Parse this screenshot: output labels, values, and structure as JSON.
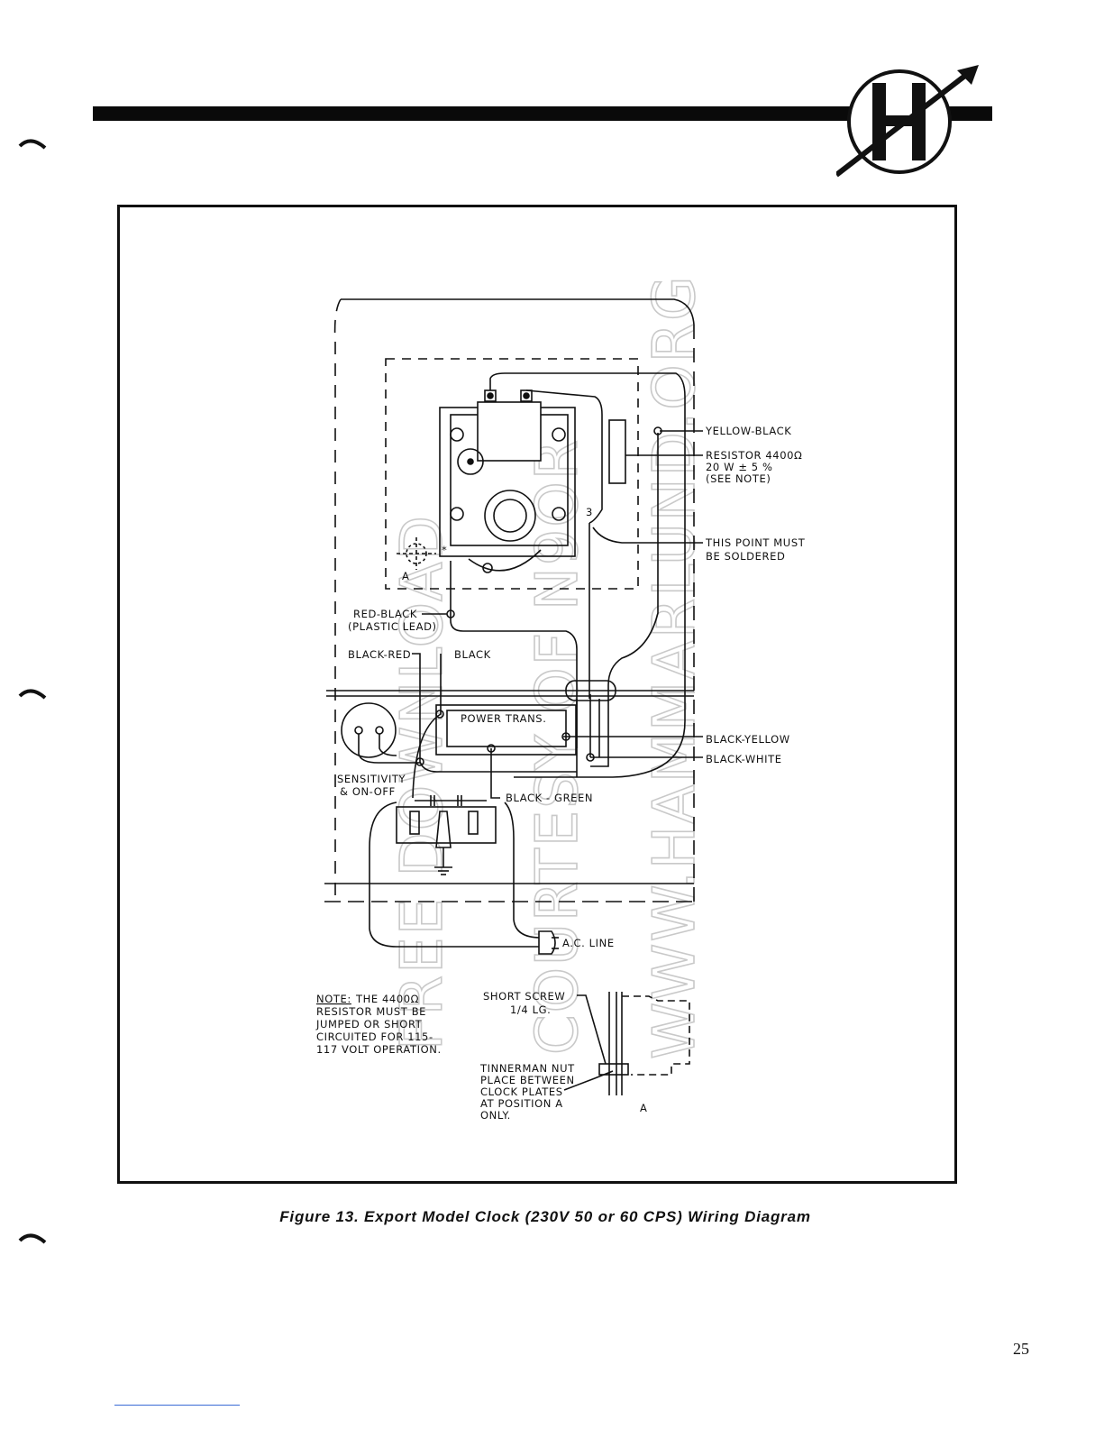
{
  "diagram_labels": {
    "yellow_black": "YELLOW-BLACK",
    "resistor_line1": "RESISTOR 4400Ω",
    "resistor_line2": "20 W ± 5 %",
    "resistor_line3": "(SEE NOTE)",
    "point_line1": "THIS POINT MUST",
    "point_line2": "BE SOLDERED",
    "red_black": "RED-BLACK",
    "plastic_lead": "(PLASTIC LEAD)",
    "black_red": "BLACK-RED",
    "black": "BLACK",
    "power_trans": "POWER TRANS.",
    "black_yellow": "BLACK-YELLOW",
    "black_white": "BLACK-WHITE",
    "sensitivity": "SENSITIVITY",
    "on_off": "& ON-OFF",
    "black_green": "BLACK - GREEN",
    "ac_line": "A.C. LINE",
    "point_a": "A",
    "term_3": "3",
    "asterisk": "*",
    "short_screw": "SHORT SCREW",
    "screw_len": "1/4 LG.",
    "tinnerman_1": "TINNERMAN NUT",
    "tinnerman_2": "PLACE BETWEEN",
    "tinnerman_3": "CLOCK PLATES",
    "tinnerman_4": "AT POSITION A",
    "tinnerman_5": "ONLY.",
    "detail_a": "A",
    "note_title": "NOTE:",
    "note_line1": "THE 4400Ω",
    "note_line2": "RESISTOR MUST BE",
    "note_line3": "JUMPED OR SHORT",
    "note_line4": "CIRCUITED FOR 115-",
    "note_line5": "117 VOLT OPERATION."
  },
  "watermark": {
    "line1": "FREE DOWNLOAD",
    "line2": "COURTESY OF N9OR",
    "line3": "WWW.HAMMARLUND.ORG"
  },
  "caption": "Figure 13. Export Model Clock (230V 50 or 60 CPS) Wiring Diagram",
  "page_number": "25"
}
